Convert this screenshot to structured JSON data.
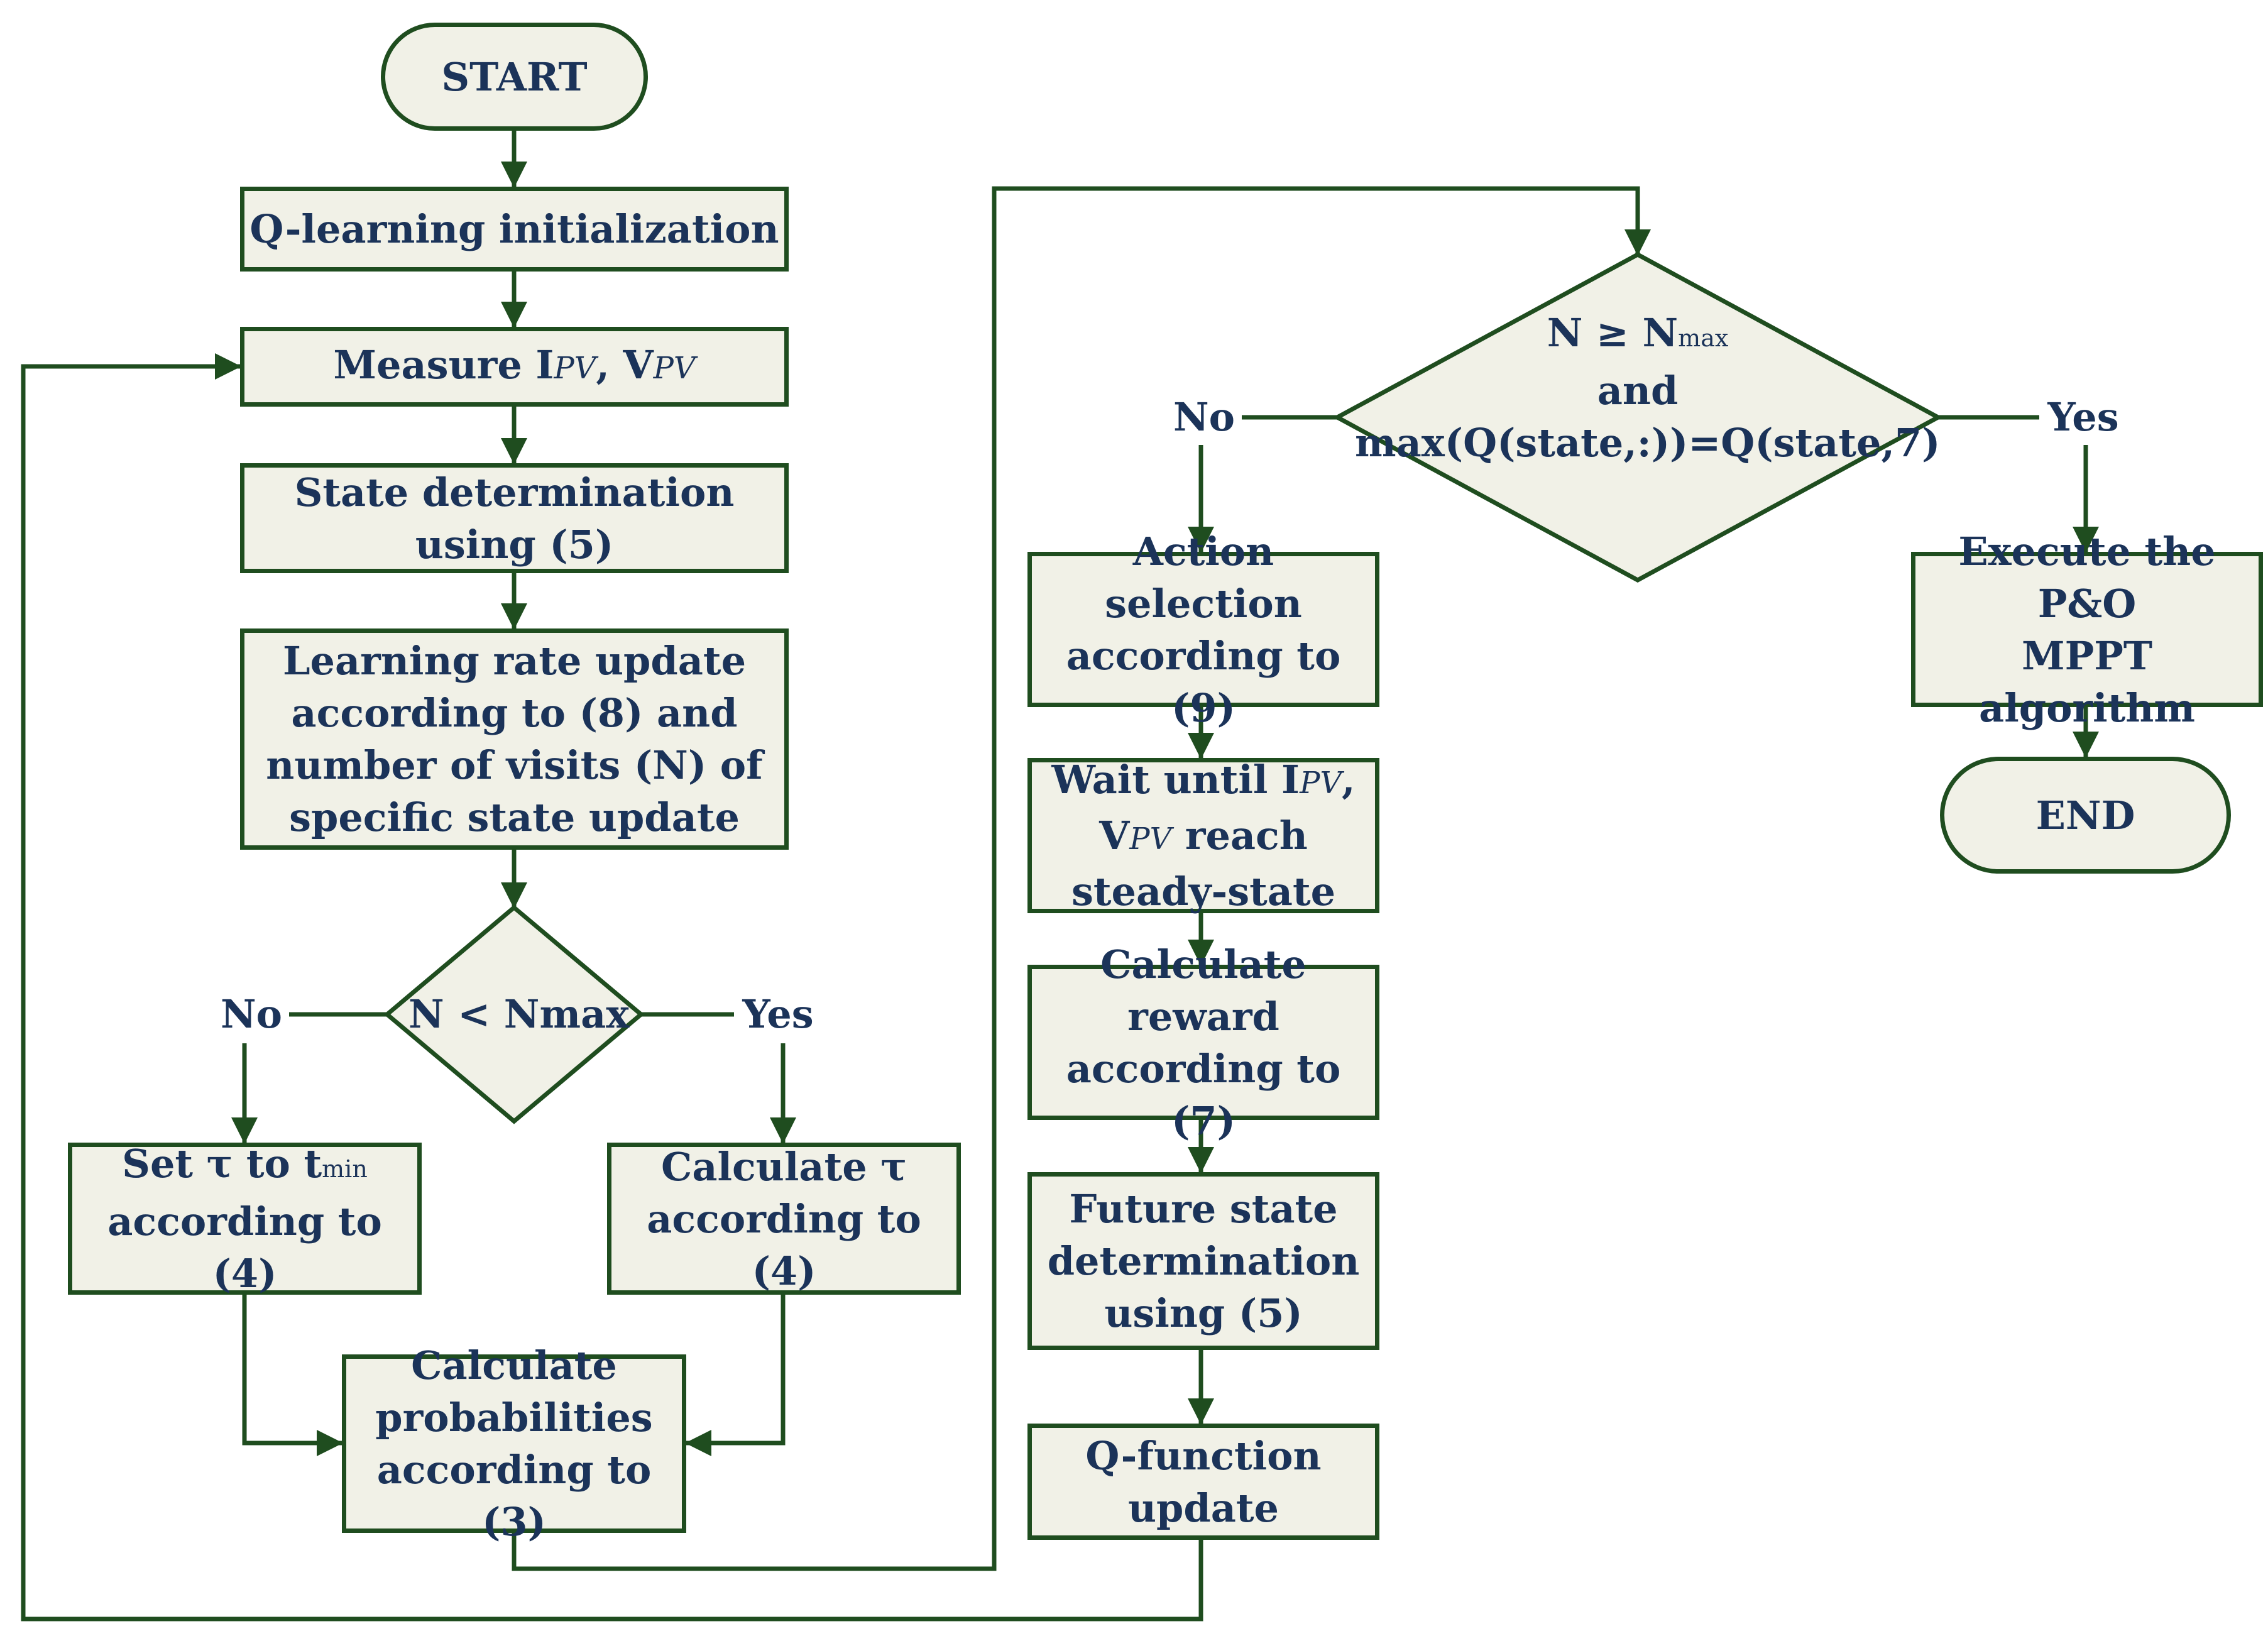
{
  "colors": {
    "line": "#1f4d1f",
    "fill": "#f1f1e7",
    "text": "#1b3359"
  },
  "nodes": {
    "start": "START",
    "qinit": "Q-learning initialization",
    "measure": {
      "main": "Measure I",
      "sub1": "PV",
      "sep": ", V",
      "sub2": "PV"
    },
    "state": [
      "State determination",
      "using (5)"
    ],
    "lr": [
      "Learning rate update",
      "according to (8) and",
      "number of visits (N) of",
      "specific state update"
    ],
    "dec1": "N < Nmax",
    "settau": {
      "l1_main": "Set τ to t",
      "l1_sub": "min",
      "l2": "according to (4)"
    },
    "calctau": [
      "Calculate τ",
      "according to (4)"
    ],
    "calcprob": [
      "Calculate",
      "probabilities",
      "according to (3)"
    ],
    "dec2": {
      "l1_main": "N ≥ N",
      "l1_sub": "max",
      "l2": "and",
      "l3": "max(Q(state,:))=Q(state,7)"
    },
    "action": [
      "Action selection",
      "according to (9)"
    ],
    "wait": {
      "l1_main": "Wait until I",
      "l1_sub": "PV",
      "l1_end": ",",
      "l2_main": "V",
      "l2_sub": "PV",
      "l2_end": " reach",
      "l3": "steady-state"
    },
    "reward": [
      "Calculate reward",
      "according to (7)"
    ],
    "future": [
      "Future state",
      "determination",
      "using (5)"
    ],
    "qfunc": [
      "Q-function",
      "update"
    ],
    "execute": [
      "Execute the P&O",
      "MPPT algorithm"
    ],
    "end": "END"
  },
  "labels": {
    "no1": "No",
    "yes1": "Yes",
    "no2": "No",
    "yes2": "Yes"
  }
}
